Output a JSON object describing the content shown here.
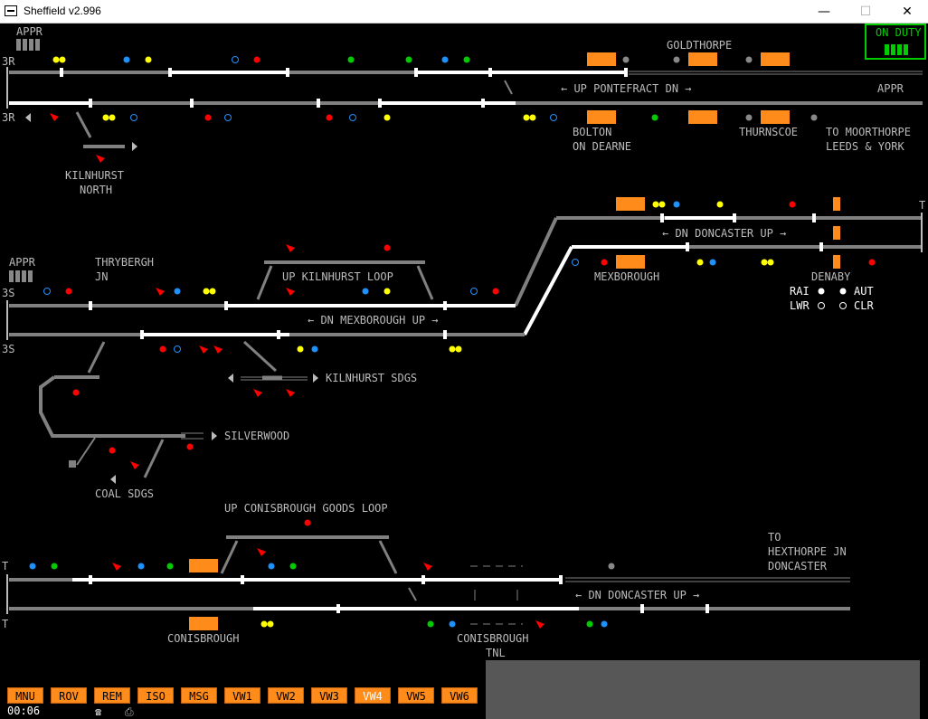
{
  "window": {
    "title": "Sheffield v2.996",
    "min": "—",
    "max": "☐",
    "close": "✕"
  },
  "on_duty": {
    "label": "ON DUTY"
  },
  "labels": {
    "appr_top_left": "APPR",
    "code_3r_top": "3R",
    "code_3r_bottom": "3R",
    "goldthorpe": "GOLDTHORPE",
    "up_pontefract_dn": "←  UP PONTEFRACT DN  →",
    "appr_top_right": "APPR",
    "bolton_1": "BOLTON",
    "bolton_2": "ON DEARNE",
    "thurnscoe": "THURNSCOE",
    "to_moorthorpe_1": "TO MOORTHORPE",
    "to_moorthorpe_2": "LEEDS & YORK",
    "kilnhurst_north_1": "KILNHURST",
    "kilnhurst_north_2": "NORTH",
    "dn_doncaster_up_mid": "←  DN DONCASTER UP  →",
    "mexborough": "MEXBOROUGH",
    "denaby": "DENABY",
    "code_t_right": "T",
    "appr_mid_left": "APPR",
    "thrybergh_1": "THRYBERGH",
    "thrybergh_2": "JN",
    "up_kilnhurst_loop": "UP KILNHURST LOOP",
    "code_3s_top": "3S",
    "code_3s_bottom": "3S",
    "dn_mexborough_up": "←  DN MEXBOROUGH UP  →",
    "kilnhurst_sdgs": "KILNHURST SDGS",
    "silverwood": "SILVERWOOD",
    "coal_sdgs": "COAL SDGS",
    "legend_rai": "RAI",
    "legend_aut": "AUT",
    "legend_lwr": "LWR",
    "legend_clr": "CLR",
    "up_conisbrough_goods_loop": "UP CONISBROUGH GOODS LOOP",
    "to_hexthorpe_1": "TO",
    "to_hexthorpe_2": "HEXTHORPE JN",
    "to_hexthorpe_3": "DONCASTER",
    "code_t_bottom_top": "T",
    "code_t_bottom_bottom": "T",
    "dn_doncaster_up_bottom": "←  DN DONCASTER UP  →",
    "conisbrough": "CONISBROUGH",
    "conisbrough_tnl_1": "CONISBROUGH",
    "conisbrough_tnl_2": "TNL"
  },
  "toolbar": {
    "buttons": [
      "MNU",
      "ROV",
      "REM",
      "ISO",
      "MSG",
      "VW1",
      "VW2",
      "VW3",
      "VW4",
      "VW5",
      "VW6"
    ],
    "active_index": 8
  },
  "status": {
    "clock": "00:06",
    "phone_icon": "☎",
    "printer_icon": "⎙"
  },
  "colors": {
    "background": "#000000",
    "track_idle": "#808080",
    "track_set": "#ffffff",
    "train_block": "#ff8c1a",
    "signal_red": "#ff0000",
    "signal_yellow": "#ffff00",
    "signal_green": "#00cc00",
    "auto_blue": "#1e90ff",
    "on_duty_green": "#00cc00"
  }
}
